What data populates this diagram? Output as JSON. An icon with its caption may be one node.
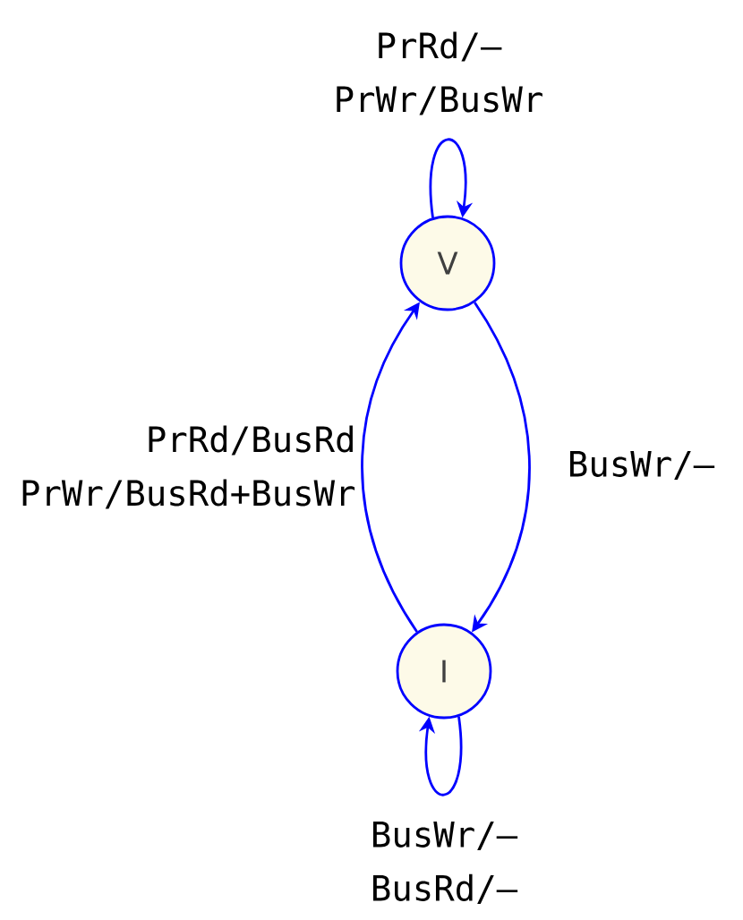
{
  "diagram": {
    "nodes": [
      {
        "text": [
          "V"
        ]
      },
      {
        "text": [
          "I"
        ]
      }
    ],
    "edges": [
      {
        "from": 0,
        "to": 0,
        "arrow": "to",
        "label": "PrRd/– PrWr/BusWr"
      },
      {
        "from": 1,
        "to": 0,
        "arrow": "to",
        "label": "PrRd/BusRd PrWr/BusRd+BusWr"
      },
      {
        "from": 0,
        "to": 1,
        "arrow": "to",
        "label": "BusWr/–"
      },
      {
        "from": 1,
        "to": 1,
        "arrow": "to",
        "label": "BusWr/– BusRd/–"
      }
    ]
  }
}
